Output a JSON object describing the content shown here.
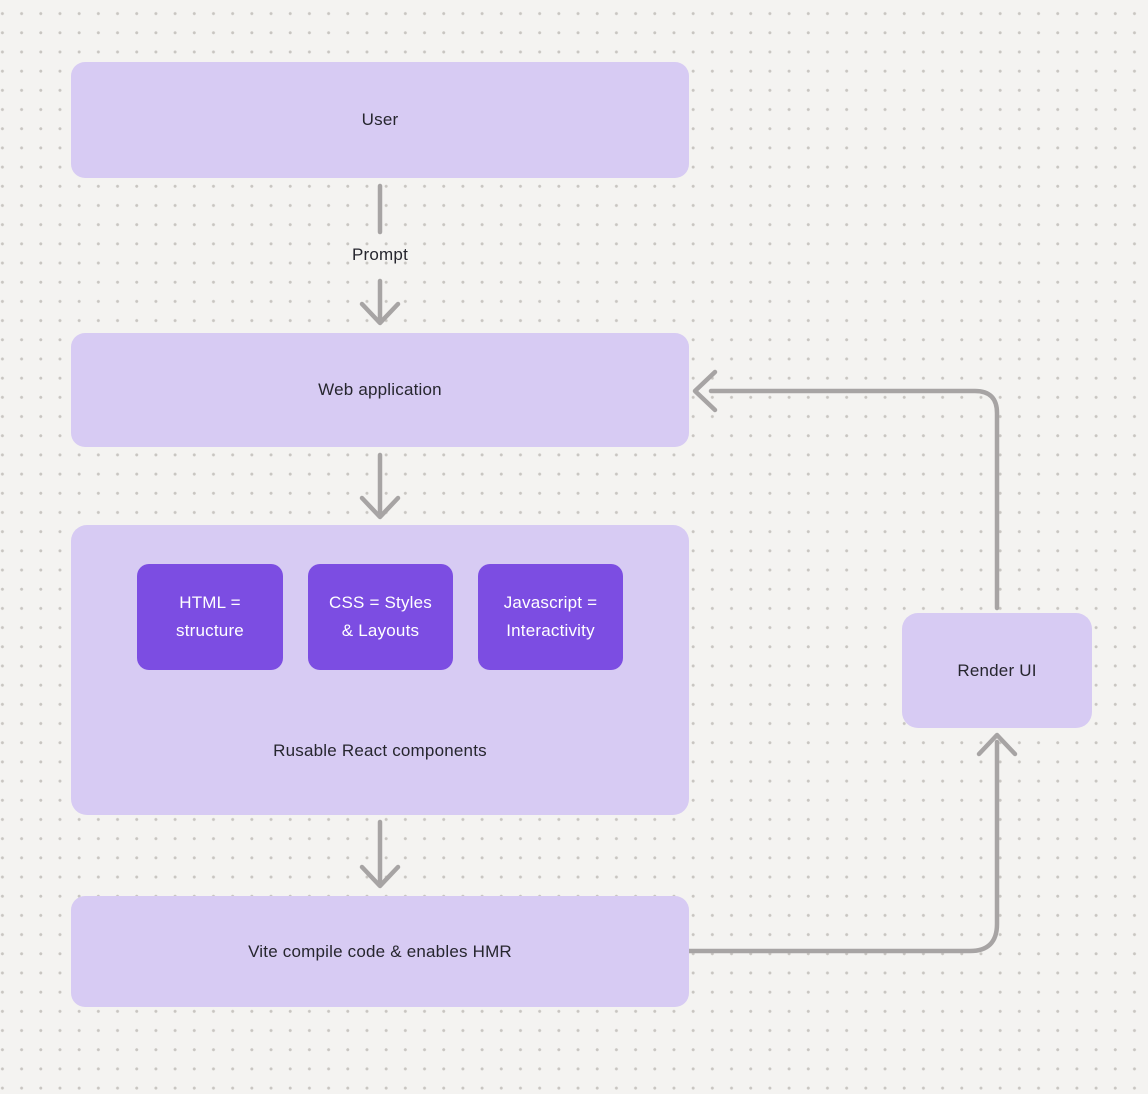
{
  "diagram": {
    "title_hint": "React + Vite app flow diagram",
    "nodes": {
      "user": {
        "label": "User"
      },
      "web_app": {
        "label": "Web application"
      },
      "components_container": {
        "caption": "Rusable React components"
      },
      "html_chip": {
        "line1": "HTML =",
        "line2": "structure"
      },
      "css_chip": {
        "line1": "CSS = Styles",
        "line2": "& Layouts"
      },
      "js_chip": {
        "line1": "Javascript =",
        "line2": "Interactivity"
      },
      "vite": {
        "label": "Vite compile code & enables HMR"
      },
      "render": {
        "label": "Render UI"
      }
    },
    "edges": {
      "prompt_label": "Prompt"
    },
    "colors": {
      "background": "#f4f3f1",
      "dot_grid": "#c8c5c1",
      "node_fill": "#d7cbf3",
      "chip_fill": "#7c4de2",
      "chip_text": "#ffffff",
      "node_text": "#26262e",
      "arrow": "#a7a4a4"
    }
  }
}
